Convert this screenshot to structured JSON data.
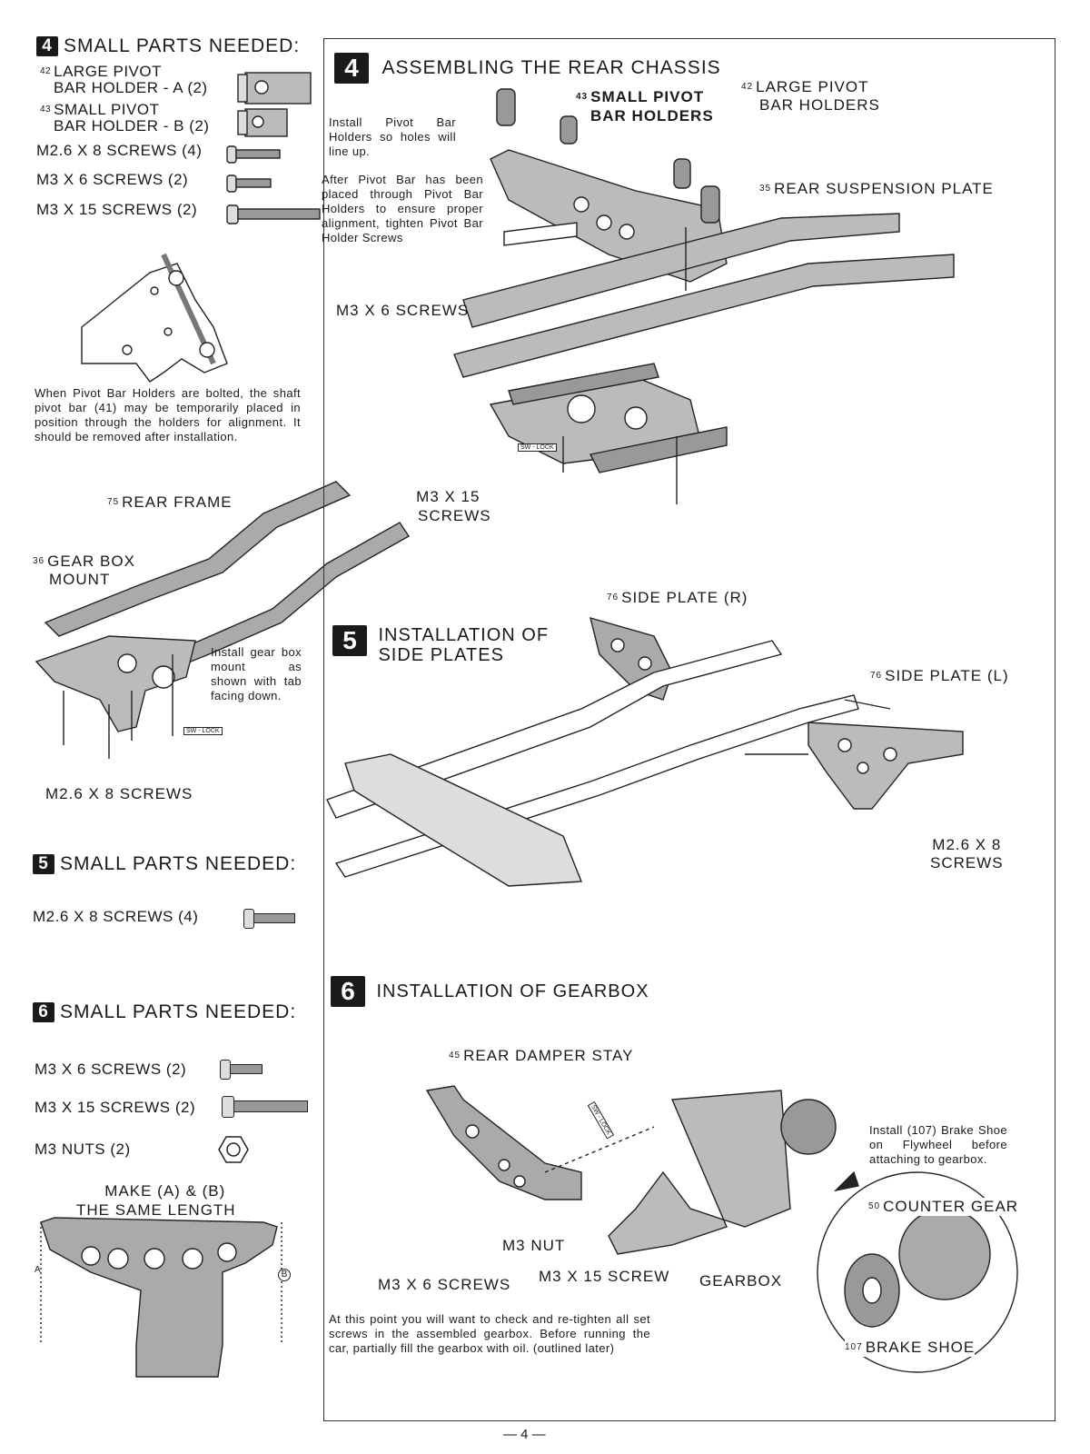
{
  "left": {
    "s4": {
      "step": "4",
      "title": "SMALL PARTS NEEDED:",
      "parts": [
        {
          "ref": "42",
          "l1": "LARGE PIVOT",
          "l2": "BAR HOLDER - A  (2)"
        },
        {
          "ref": "43",
          "l1": "SMALL PIVOT",
          "l2": "BAR HOLDER - B  (2)"
        }
      ],
      "screws": [
        "M2.6 X 8 SCREWS (4)",
        "M3 X 6 SCREWS (2)",
        "M3 X 15 SCREWS (2)"
      ],
      "note": "When Pivot Bar Holders are bolted, the shaft pivot bar (41) may be temporarily placed in position through the holders for alignment. It should be removed after installation."
    },
    "frame": {
      "rear_frame_ref": "75",
      "rear_frame": "REAR FRAME",
      "gear_box_ref": "36",
      "gear_box_l1": "GEAR BOX",
      "gear_box_l2": "MOUNT",
      "install_note": "Install gear box mount as shown with tab facing down.",
      "swlock": "SW - LOCK",
      "screws": "M2.6 X 8 SCREWS"
    },
    "s5": {
      "step": "5",
      "title": "SMALL PARTS NEEDED:",
      "part": "M2.6 X 8 SCREWS (4)"
    },
    "s6": {
      "step": "6",
      "title": "SMALL PARTS NEEDED:",
      "parts": [
        "M3 X 6 SCREWS (2)",
        "M3 X 15 SCREWS (2)",
        "M3 NUTS (2)"
      ],
      "make_l1": "MAKE (A) & (B)",
      "make_l2": "THE SAME LENGTH",
      "a": "A",
      "b": "B"
    }
  },
  "main": {
    "s4": {
      "step": "4",
      "title": "ASSEMBLING THE REAR CHASSIS",
      "small_ref": "43",
      "small_l1": "SMALL PIVOT",
      "small_l2": "BAR HOLDERS",
      "large_ref": "42",
      "large_l1": "LARGE PIVOT",
      "large_l2": "BAR HOLDERS",
      "note1": "Install Pivot Bar Holders so holes will line up.",
      "note2": "After Pivot Bar has been placed through Pivot Bar Holders to ensure proper alignment, tighten Pivot Bar Holder Screws",
      "plate_ref": "35",
      "plate": "REAR SUSPENSION PLATE",
      "m3x6": "M3 X 6 SCREWS",
      "m3x15_l1": "M3 X 15",
      "m3x15_l2": "SCREWS",
      "swlock": "SW - LOCK"
    },
    "s5": {
      "step": "5",
      "title_l1": "INSTALLATION OF",
      "title_l2": "SIDE PLATES",
      "side_r_ref": "76",
      "side_r": "SIDE PLATE (R)",
      "side_l_ref": "76",
      "side_l": "SIDE PLATE (L)",
      "screws_l1": "M2.6 X 8",
      "screws_l2": "SCREWS"
    },
    "s6": {
      "step": "6",
      "title": "INSTALLATION OF GEARBOX",
      "stay_ref": "45",
      "stay": "REAR DAMPER STAY",
      "brake_note": "Install (107) Brake Shoe on Flywheel before attaching to gearbox.",
      "counter_ref": "50",
      "counter": "COUNTER GEAR",
      "m3nut": "M3 NUT",
      "m3x15": "M3 X 15 SCREW",
      "gearbox": "GEARBOX",
      "m3x6": "M3 X 6 SCREWS",
      "brake_ref": "107",
      "brake": "BRAKE SHOE",
      "swlock": "SW - LOCK",
      "final_note": "At this point you will want to check and re-tighten all set screws in the assembled gearbox. Before running the car, partially fill the gearbox with oil. (outlined later)"
    }
  },
  "footer": {
    "page": "— 4 —"
  }
}
